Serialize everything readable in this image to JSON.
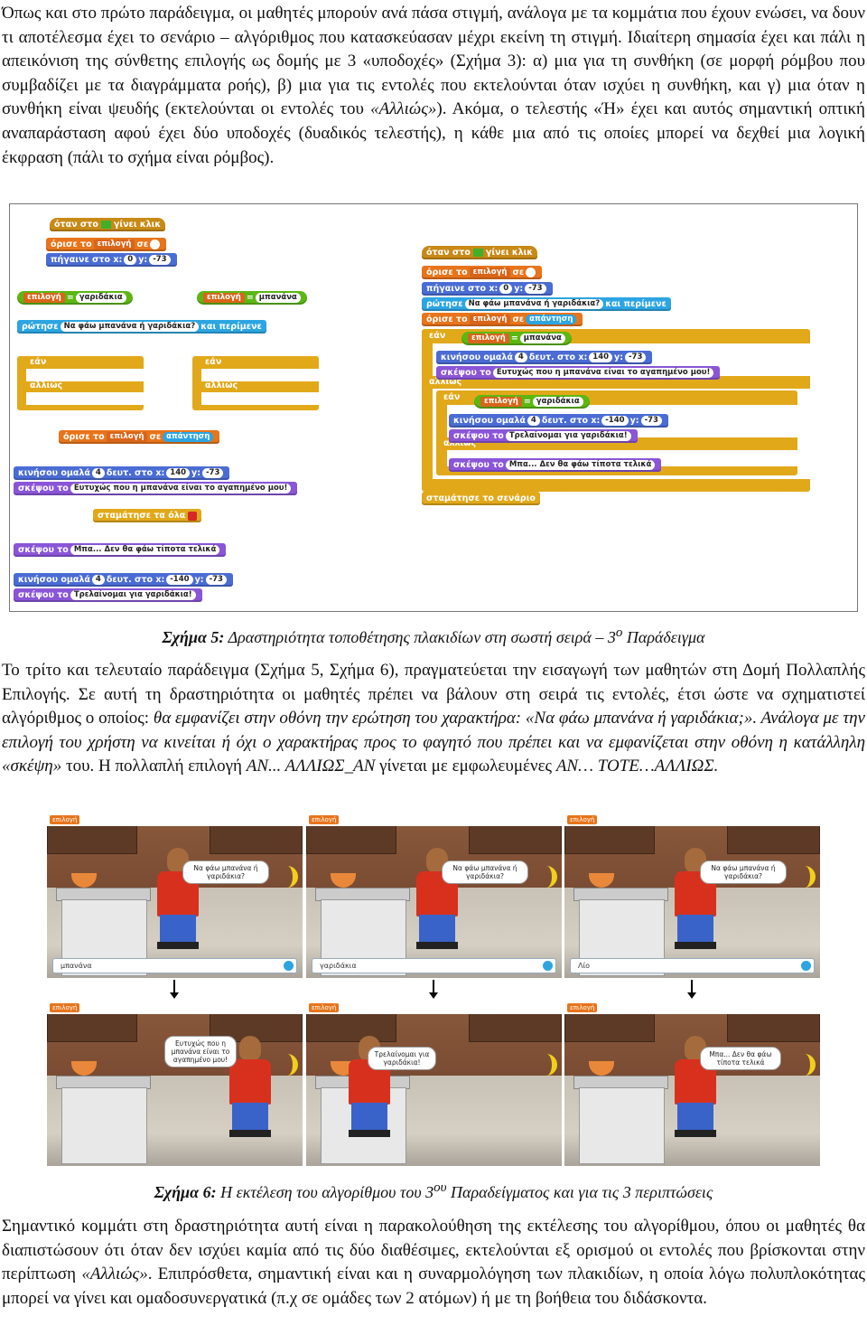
{
  "para1": "Όπως και στο πρώτο παράδειγμα, οι μαθητές μπορούν ανά πάσα στιγμή, ανάλογα με τα κομμάτια που έχουν ενώσει, να δουν τι αποτέλεσμα έχει το σενάριο – αλγόριθμος που κατασκεύασαν μέχρι εκείνη τη στιγμή. Ιδιαίτερη σημασία έχει και πάλι η απεικόνιση της σύνθετης επιλογής ως δομής με 3 «υποδοχές» (Σχήμα 3): α) μια για τη συνθήκη (σε μορφή ρόμβου που συμβαδίζει με τα διαγράμματα ροής), β) μια για τις εντολές που εκτελούνται όταν ισχύει η συνθήκη, και γ) μια όταν η συνθήκη είναι ψευδής (εκτελούνται οι εντολές του ",
  "para1_italic": "«Αλλιώς»",
  "para1_end": "). Ακόμα, ο τελεστής «Ή» έχει και αυτός σημαντική οπτική αναπαράσταση αφού έχει δύο υποδοχές (δυαδικός τελεστής), η κάθε μια από τις οποίες μπορεί να δεχθεί μια λογική έκφραση (πάλι το σχήμα είναι ρόμβος).",
  "fig5_caption_label": "Σχήμα 5:",
  "fig5_caption_text": " Δραστηριότητα τοποθέτησης πλακιδίων στη σωστή σειρά – 3",
  "fig5_caption_sup": "ο",
  "fig5_caption_end": " Παράδειγμα",
  "para2_a": "Το τρίτο και τελευταίο παράδειγμα (Σχήμα 5, Σχήμα 6), πραγματεύεται την εισαγωγή των μαθητών στη Δομή Πολλαπλής Επιλογής. Σε αυτή τη δραστηριότητα οι μαθητές πρέπει να βάλουν στη σειρά τις εντολές, έτσι ώστε να σχηματιστεί αλγόριθμος ο οποίος: ",
  "para2_italic": "θα εμφανίζει στην οθόνη την ερώτηση του χαρακτήρα: «Να φάω μπανάνα ή γαριδάκια;». Ανάλογα με την επιλογή του χρήστη να κινείται ή όχι ο χαρακτήρας προς το φαγητό που πρέπει και να εμφανίζεται στην οθόνη η κατάλληλη «σκέψη»",
  "para2_b": " του. Η πολλαπλή επιλογή ",
  "para2_it2": "ΑΝ... ΑΛΛΙΩΣ_ΑΝ",
  "para2_c": " γίνεται με εμφωλευμένες ",
  "para2_it3": "ΑΝ… ΤΟΤΕ…ΑΛΛΙΩΣ.",
  "fig6_caption_label": "Σχήμα 6:",
  "fig6_caption_text": " Η εκτέλεση του αλγορίθμου του 3",
  "fig6_caption_sup": "ου",
  "fig6_caption_end": " Παραδείγματος και για τις 3 περιπτώσεις",
  "para3_a": "Σημαντικό κομμάτι στη δραστηριότητα αυτή είναι η παρακολούθηση της εκτέλεσης του αλγορίθμου, όπου οι μαθητές θα διαπιστώσουν ότι όταν δεν ισχύει καμία από τις δύο διαθέσιμες, εκτελούνται εξ ορισμού οι εντολές που βρίσκονται στην περίπτωση ",
  "para3_italic": "«Αλλιώς»",
  "para3_b": ". Επιπρόσθετα, σημαντική είναι και η συναρμολόγηση των πλακιδίων, η οποία λόγω πολυπλοκότητας μπορεί να γίνει και ομαδοσυνεργατικά (π.χ σε ομάδες των 2 ατόμων) ή με τη βοήθεια του διδάσκοντα.",
  "blocks": {
    "when_flag": "όταν στο",
    "clicked": "γίνει κλικ",
    "set_to": "όρισε το",
    "var": "επιλογή",
    "to": "σε",
    "goto_x": "πήγαινε στο x:",
    "x0": "0",
    "y": "y:",
    "y73": "-73",
    "choice": "επιλογή",
    "eq": "=",
    "shrimp": "γαριδάκια",
    "banana": "μπανάνα",
    "ask": "ρώτησε",
    "question": "Να φάω μπανάνα ή γαριδάκια?",
    "and_wait": "και περίμενε",
    "if": "εάν",
    "else": "αλλιώς",
    "answer": "απάντηση",
    "glide": "κινήσου ομαλά",
    "n4": "4",
    "secs_to_x": "δευτ. στο x:",
    "x140": "140",
    "xm140": "-140",
    "think": "σκέψου το",
    "think_yum": "Ευτυχώς που η μπανάνα είναι το αγαπημένο μου!",
    "think_crazy": "Τρελαίνομαι για γαριδάκια!",
    "think_nothing": "Μπα... Δεν θα φάω τίποτα τελικά",
    "stop_all": "σταμάτησε τα όλα",
    "stop_script": "σταμάτησε το σενάριο"
  },
  "fig6": {
    "var_label": "επιλογή",
    "bubble_question": "Να φάω μπανάνα ή γαριδάκια?",
    "input_banana": "μπανάνα",
    "input_shrimp": "γαριδάκια",
    "input_other": "Λίο",
    "bubble_yum": "Ευτυχώς που η μπανάνα είναι το αγαπημένο μου!",
    "bubble_crazy": "Τρελαίνομαι για γαριδάκια!",
    "bubble_nothing": "Μπα... Δεν θα φάω τίποτα τελικά"
  }
}
